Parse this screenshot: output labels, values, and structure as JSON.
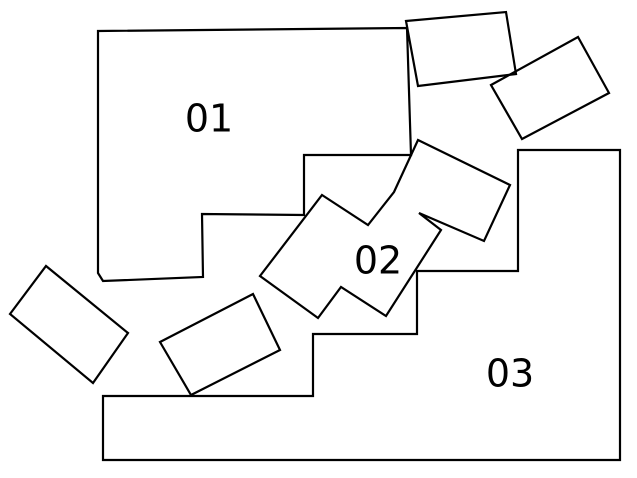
{
  "regions": [
    {
      "id": "01",
      "label": "01"
    },
    {
      "id": "02",
      "label": "02"
    },
    {
      "id": "03",
      "label": "03"
    }
  ],
  "colors": {
    "background": "#ffffff",
    "stroke": "#000000"
  }
}
